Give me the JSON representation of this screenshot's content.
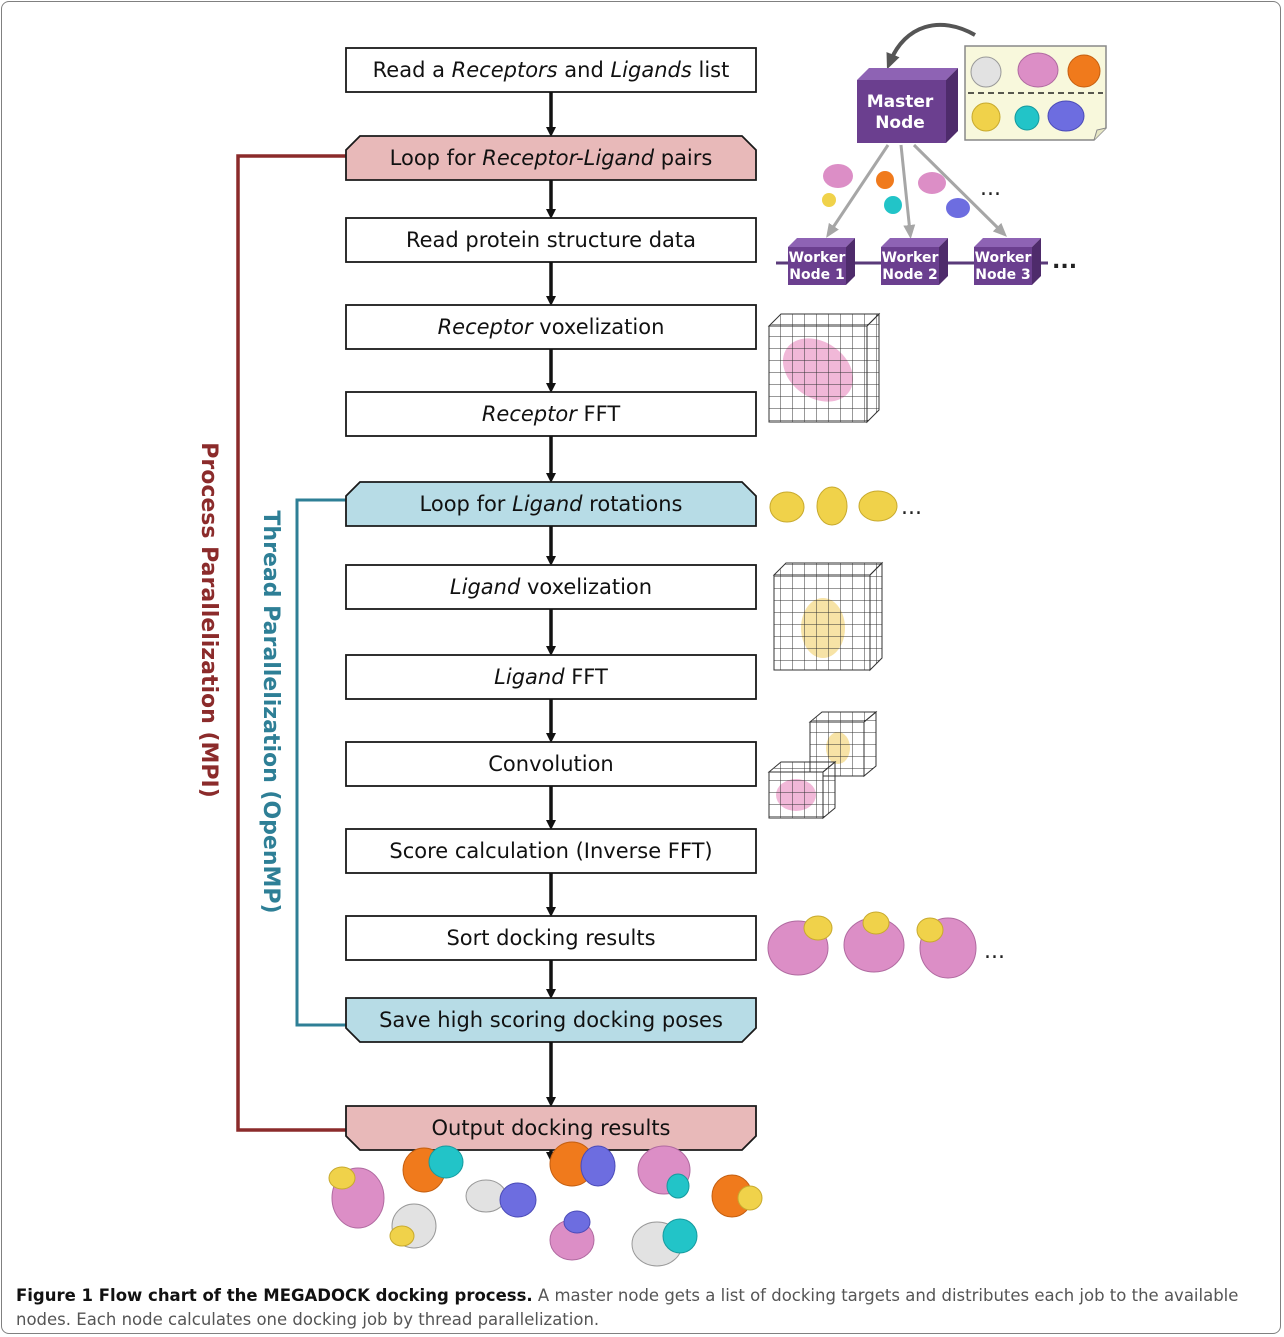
{
  "steps": [
    {
      "kind": "box",
      "parts": [
        {
          "t": "Read a "
        },
        {
          "t": "Receptors",
          "i": true
        },
        {
          "t": " and "
        },
        {
          "t": "Ligands",
          "i": true
        },
        {
          "t": " list"
        }
      ]
    },
    {
      "kind": "loop-open",
      "color": "pink",
      "parts": [
        {
          "t": "Loop for "
        },
        {
          "t": "Receptor-Ligand",
          "i": true
        },
        {
          "t": " pairs"
        }
      ]
    },
    {
      "kind": "box",
      "parts": [
        {
          "t": "Read protein structure data"
        }
      ]
    },
    {
      "kind": "box",
      "parts": [
        {
          "t": "Receptor",
          "i": true
        },
        {
          "t": " voxelization"
        }
      ]
    },
    {
      "kind": "box",
      "parts": [
        {
          "t": "Receptor",
          "i": true
        },
        {
          "t": " FFT"
        }
      ]
    },
    {
      "kind": "loop-open",
      "color": "blue",
      "parts": [
        {
          "t": "Loop for "
        },
        {
          "t": "Ligand",
          "i": true
        },
        {
          "t": " rotations"
        }
      ]
    },
    {
      "kind": "box",
      "parts": [
        {
          "t": "Ligand",
          "i": true
        },
        {
          "t": " voxelization"
        }
      ]
    },
    {
      "kind": "box",
      "parts": [
        {
          "t": "Ligand",
          "i": true
        },
        {
          "t": " FFT"
        }
      ]
    },
    {
      "kind": "box",
      "parts": [
        {
          "t": "Convolution"
        }
      ]
    },
    {
      "kind": "box",
      "parts": [
        {
          "t": "Score  calculation (Inverse FFT)"
        }
      ]
    },
    {
      "kind": "box",
      "parts": [
        {
          "t": "Sort docking results"
        }
      ]
    },
    {
      "kind": "loop-close",
      "color": "blue",
      "parts": [
        {
          "t": "Save high scoring docking poses"
        }
      ]
    },
    {
      "kind": "loop-close",
      "color": "pink",
      "parts": [
        {
          "t": "Output docking results"
        }
      ]
    }
  ],
  "loops": {
    "process": {
      "label": "Process Parallelization (MPI)",
      "color": "#8b2b2b"
    },
    "thread": {
      "label": "Thread Parallelization (OpenMP)",
      "color": "#2e7f96"
    }
  },
  "colors": {
    "loop_pink": "#e8b9b9",
    "loop_blue": "#b7dce6",
    "node_purple": "#6b3f8f",
    "protein_pink": "#dc8ec6",
    "protein_yellow": "#f0d24a",
    "protein_orange": "#f07a1c",
    "protein_cyan": "#22c4c8",
    "protein_blue": "#6d6de0",
    "protein_white": "#e2e2e2"
  },
  "nodes": {
    "master": [
      "Master",
      "Node"
    ],
    "workers": [
      [
        "Worker",
        "Node 1"
      ],
      [
        "Worker",
        "Node 2"
      ],
      [
        "Worker",
        "Node 3"
      ]
    ]
  },
  "ellipsis": "...",
  "caption": {
    "title": "Figure 1 Flow chart of the MEGADOCK docking process.",
    "text": " A master node gets a list of docking targets and distributes each job to the available nodes. Each node calculates one docking job by thread parallelization."
  }
}
